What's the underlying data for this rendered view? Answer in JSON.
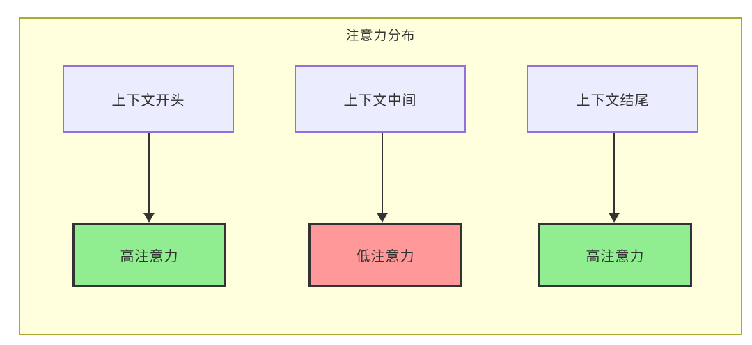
{
  "diagram": {
    "title": "注意力分布",
    "columns": [
      {
        "source": "上下文开头",
        "target": "高注意力",
        "target_level": "high"
      },
      {
        "source": "上下文中间",
        "target": "低注意力",
        "target_level": "low"
      },
      {
        "source": "上下文结尾",
        "target": "高注意力",
        "target_level": "high"
      }
    ],
    "edges": [
      {
        "from": "上下文开头",
        "to": "高注意力"
      },
      {
        "from": "上下文中间",
        "to": "低注意力"
      },
      {
        "from": "上下文结尾",
        "to": "高注意力"
      }
    ],
    "colors": {
      "group_fill": "#ffffde",
      "group_border": "#aaaa33",
      "source_fill": "#ececff",
      "source_border": "#9370db",
      "high_fill": "#90ee90",
      "low_fill": "#ff9999",
      "target_border": "#333333",
      "arrow": "#333333",
      "text": "#333333"
    }
  }
}
